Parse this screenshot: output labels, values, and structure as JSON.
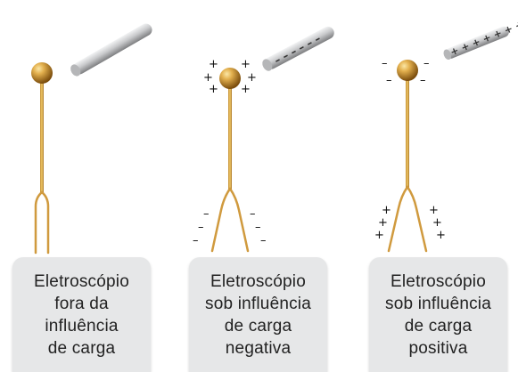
{
  "panels": [
    {
      "id": "neutral",
      "caption": [
        "Eletroscópio",
        "fora da",
        "influência",
        "de carga"
      ],
      "rod_charge_label": "",
      "sphere_charges": [],
      "leaf_charges": [],
      "leaves_spread": false
    },
    {
      "id": "negative",
      "caption": [
        "Eletroscópio",
        "sob influência",
        "de carga",
        "negativa"
      ],
      "rod_charge_label": "– – – – – –",
      "sphere_charges": [
        "+",
        "+",
        "+",
        "+",
        "+",
        "+"
      ],
      "leaf_charges": [
        "–",
        "–",
        "–",
        "–",
        "–",
        "–"
      ],
      "leaves_spread": true
    },
    {
      "id": "positive",
      "caption": [
        "Eletroscópio",
        "sob influência",
        "de carga",
        "positiva"
      ],
      "rod_charge_label": "+ + + + + + +",
      "sphere_charges": [
        "–",
        "–",
        "–",
        "–"
      ],
      "leaf_charges": [
        "+",
        "+",
        "+",
        "+",
        "+",
        "+"
      ],
      "leaves_spread": true
    }
  ],
  "colors": {
    "gold": "#d4a24a",
    "gold_dark": "#8a5a12",
    "rod_light": "#d9dadb",
    "rod_dark": "#8c8d8f",
    "caption_bg": "#e6e7e8"
  }
}
